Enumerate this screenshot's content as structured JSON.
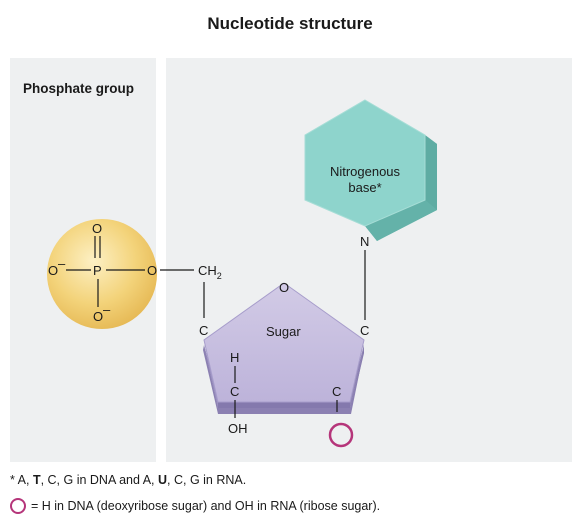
{
  "title": "Nucleotide structure",
  "phosphate": {
    "label": "Phosphate group",
    "atoms": {
      "top_o": "O",
      "left_o": "O",
      "left_charge": "–",
      "p": "P",
      "right_o": "O",
      "bottom_o": "O",
      "bottom_charge": "–"
    }
  },
  "linker": {
    "ch": "CH",
    "sub": "2"
  },
  "sugar": {
    "label": "Sugar",
    "ring_o": "O",
    "c_left": "C",
    "c_right": "C",
    "c_bottom_left": "C",
    "c_bottom_right": "C",
    "h": "H",
    "oh": "OH"
  },
  "base": {
    "label_line1": "Nitrogenous",
    "label_line2": "base*",
    "n": "N"
  },
  "footnotes": {
    "line1_parts": [
      "* A, ",
      "T",
      ", C, G in DNA and A, ",
      "U",
      ", C, G in RNA."
    ],
    "line2": "= H in DNA (deoxyribose sugar) and OH in RNA (ribose sugar)."
  },
  "colors": {
    "phosphate": "#f3d37a",
    "sugar": "#b8aed4",
    "base": "#8ed4cc",
    "marker": "#b5357a",
    "panel": "#eef0f1"
  }
}
